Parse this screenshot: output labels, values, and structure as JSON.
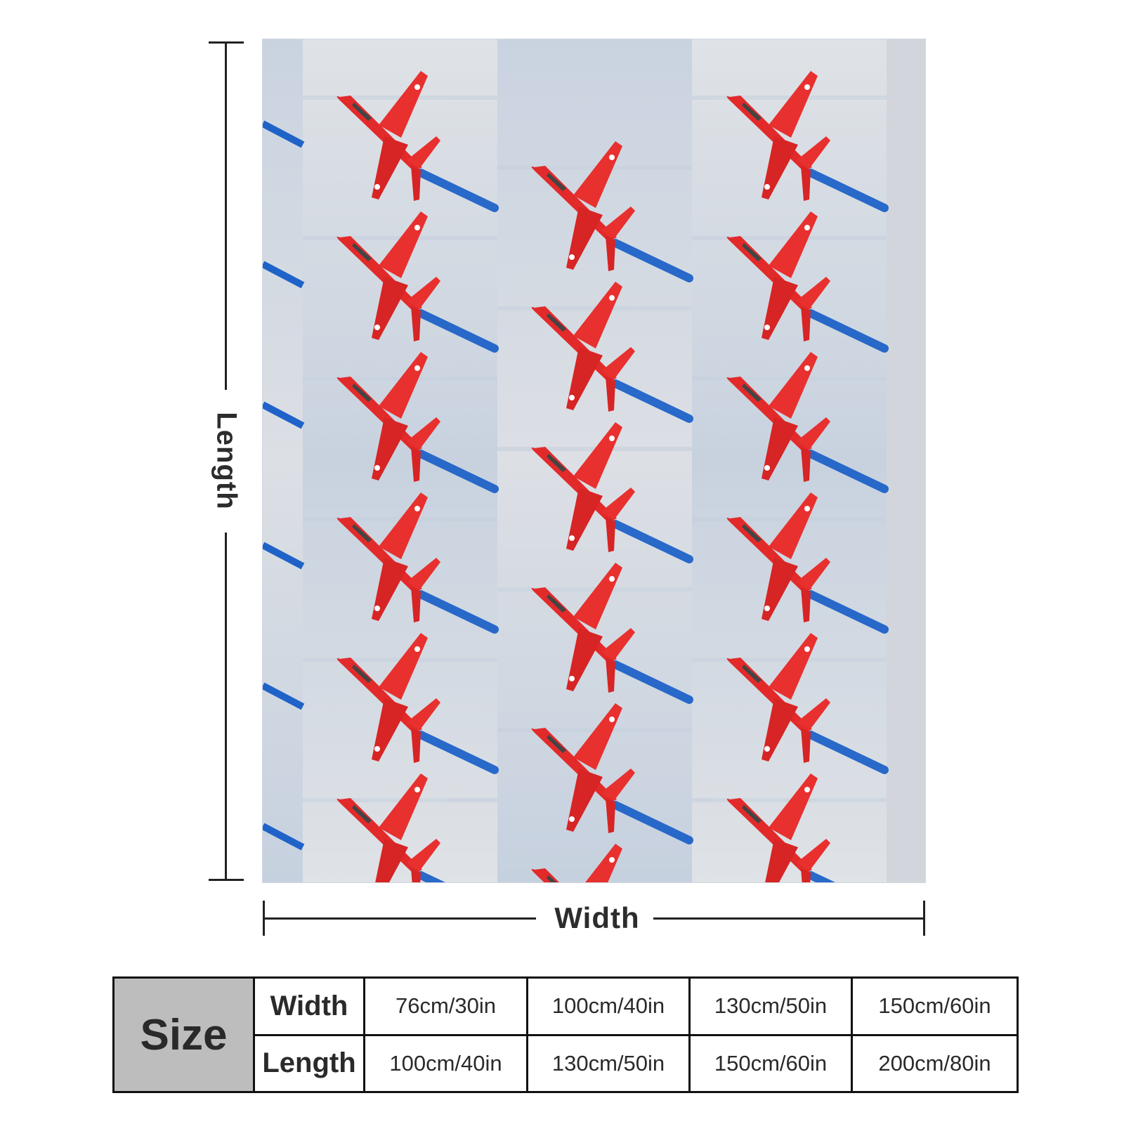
{
  "dimensions": {
    "length_label": "Length",
    "width_label": "Width"
  },
  "product_image": {
    "icon": "red-jet-pattern",
    "colors": {
      "sky_light": "#d9dde3",
      "sky_blue": "#c3cfdf",
      "jet_red": "#e42a2a",
      "smoke_blue": "#1f63c8"
    }
  },
  "size_table": {
    "header": "Size",
    "rows": [
      {
        "label": "Width",
        "values": [
          "76cm/30in",
          "100cm/40in",
          "130cm/50in",
          "150cm/60in"
        ]
      },
      {
        "label": "Length",
        "values": [
          "100cm/40in",
          "130cm/50in",
          "150cm/60in",
          "200cm/80in"
        ]
      }
    ]
  }
}
